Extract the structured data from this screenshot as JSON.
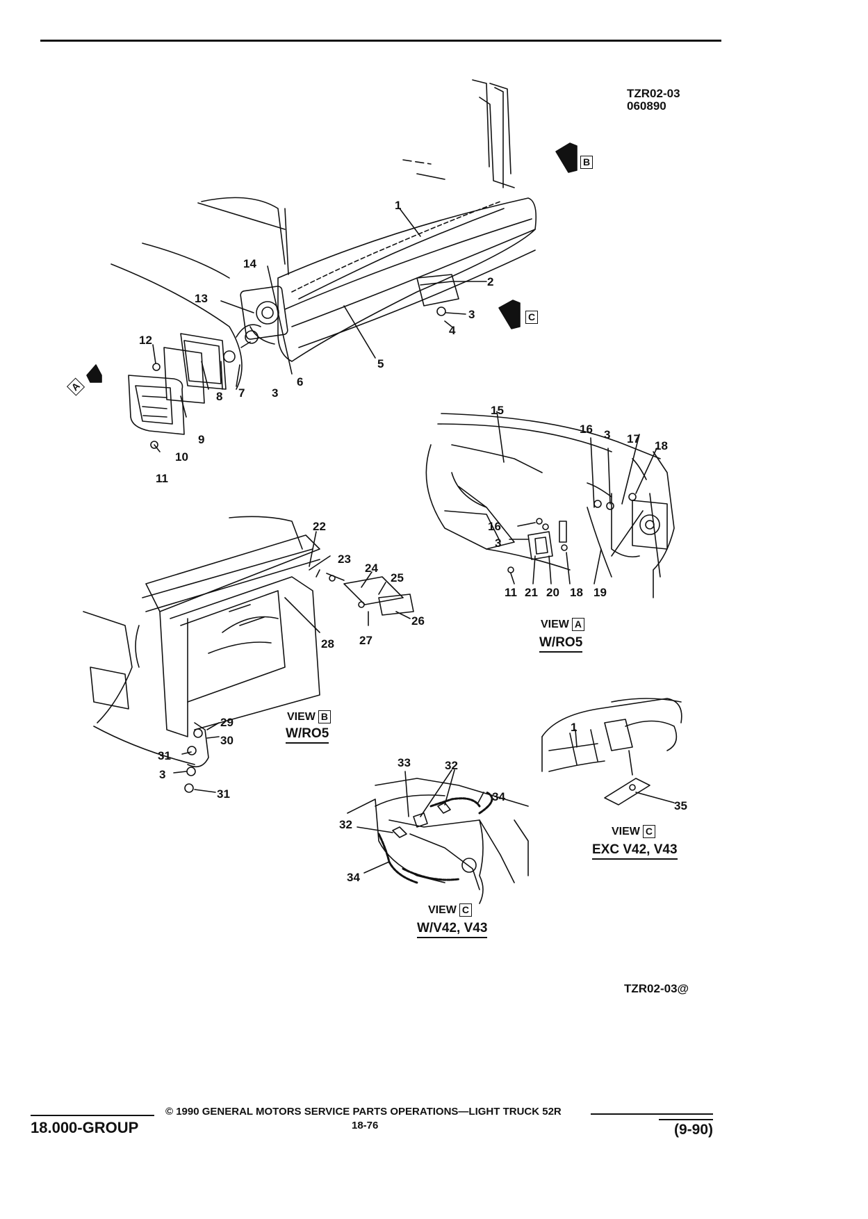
{
  "header": {
    "code_line1": "TZR02-03",
    "code_line2": "060890"
  },
  "views": {
    "view_a": {
      "label": "VIEW",
      "letter": "A",
      "sub": "W/RO5"
    },
    "view_b": {
      "label": "VIEW",
      "letter": "B",
      "sub": "W/RO5"
    },
    "view_c1": {
      "label": "VIEW",
      "letter": "C",
      "sub": "EXC V42, V43"
    },
    "view_c2": {
      "label": "VIEW",
      "letter": "C",
      "sub": "W/V42, V43"
    }
  },
  "view_arrows": {
    "a": "A",
    "b": "B",
    "c": "C"
  },
  "callouts": {
    "main": [
      "1",
      "2",
      "3",
      "4",
      "5",
      "14",
      "13",
      "12",
      "7",
      "3",
      "6",
      "8",
      "9",
      "10",
      "11"
    ],
    "view_a": [
      "15",
      "16",
      "3",
      "17",
      "18",
      "16",
      "3",
      "11",
      "21",
      "20",
      "18",
      "19"
    ],
    "view_b": [
      "22",
      "23",
      "24",
      "25",
      "26",
      "27",
      "28",
      "29",
      "30",
      "31",
      "3",
      "31"
    ],
    "view_c": [
      "33",
      "32",
      "34",
      "32",
      "34",
      "1",
      "35"
    ]
  },
  "figure_ref": "TZR02-03@",
  "footer": {
    "group": "18.000-GROUP",
    "copyright": "© 1990 GENERAL MOTORS SERVICE PARTS OPERATIONS—LIGHT TRUCK 52R",
    "page": "18-76",
    "date": "(9-90)"
  }
}
